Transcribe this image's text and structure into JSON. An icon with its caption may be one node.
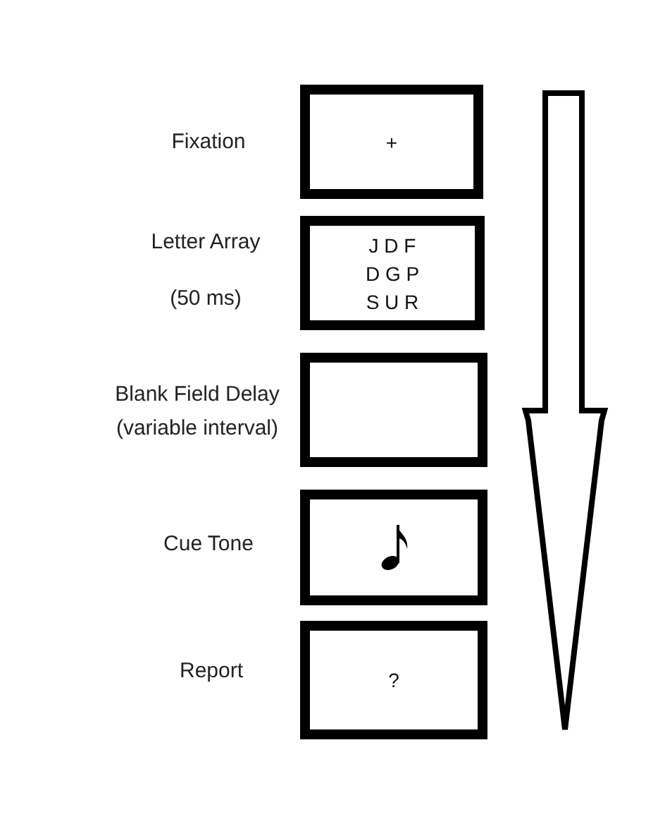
{
  "diagram": {
    "nodes": [
      {
        "text": [
          "+"
        ],
        "beside": [
          "Fixation"
        ]
      },
      {
        "text": [
          "J D F",
          "D G P",
          "S U R"
        ],
        "beside": [
          "Letter Array",
          "(50 ms)"
        ]
      },
      {
        "text": [],
        "shape": "box",
        "beside": [
          "Blank Field Delay (variable interval)"
        ]
      },
      {
        "text": [],
        "shape": "box",
        "beside": [
          "Cue Tone"
        ]
      },
      {
        "text": [
          "?"
        ],
        "beside": [
          "Report"
        ]
      }
    ]
  }
}
